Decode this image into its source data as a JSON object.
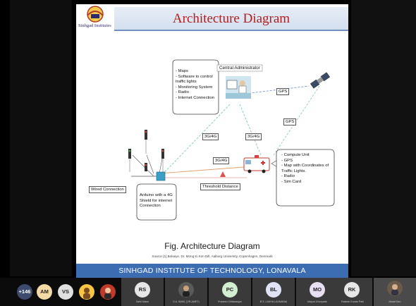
{
  "slide": {
    "institute_logo_text": "Sinhgad Institutes",
    "title": "Architecture Diagram",
    "caption": "Fig. Architecture Diagram",
    "source": "Source [1] Bokaiye, Dr. Mong Ki Kim Dill, Aalborg University, Copenhagen, Denmark",
    "footer": "SINHGAD INSTITUTE OF TECHNOLOGY, LONAVALA"
  },
  "diagram": {
    "central_admin_label": "Central Administrator",
    "central_admin_items": [
      "- Maps",
      "- Software to control",
      "  traffic lights",
      "- Monitoring System",
      "- Radio",
      "- Internet Connection"
    ],
    "vehicle_items": [
      "- Compute Unit",
      "- GPS",
      "- Map with Coordinates of",
      "  Traffic Lights.",
      "- Radio",
      "- Sim Card"
    ],
    "gps_label_1": "GPS",
    "gps_label_2": "GPS",
    "link_label_1": "3G/4G",
    "link_label_2": "3G/4G",
    "link_label_3": "3G/4G",
    "wired_connection_label": "Wired Connection",
    "threshold_label": "Threshold Distance",
    "arduino_text": [
      "Arduino with a 4G",
      "Shield for internet",
      "Connection"
    ]
  },
  "participants": {
    "overflow_count": "+146",
    "tiles": [
      {
        "initials": "AM",
        "color": "#f3d9a4",
        "name": ""
      },
      {
        "initials": "VS",
        "color": "#e0e0e0",
        "name": ""
      },
      {
        "initials": "",
        "color": "#f6c544",
        "name": ""
      },
      {
        "initials": "",
        "color": "#c0392b",
        "name": ""
      },
      {
        "initials": "RS",
        "color": "#e6e6e6",
        "name": "Sahil Mane"
      },
      {
        "initials": "",
        "color": "#5a5a5a",
        "name": "S.A. BAKIL (VR-AMET)"
      },
      {
        "initials": "PC",
        "color": "#d3efd1",
        "name": "Praveen Chittaranjan"
      },
      {
        "initials": "BL",
        "color": "#dfe3f5",
        "name": "B.S. LAKHA LAXMANAI"
      },
      {
        "initials": "MO",
        "color": "#e8dff3",
        "name": "Mayuri Ghorpade"
      },
      {
        "initials": "RK",
        "color": "#e6e6e6",
        "name": "Rakesh Kumar Patil"
      },
      {
        "initials": "",
        "color": "#6a5a4a",
        "name": "Ninad Deo"
      }
    ]
  }
}
